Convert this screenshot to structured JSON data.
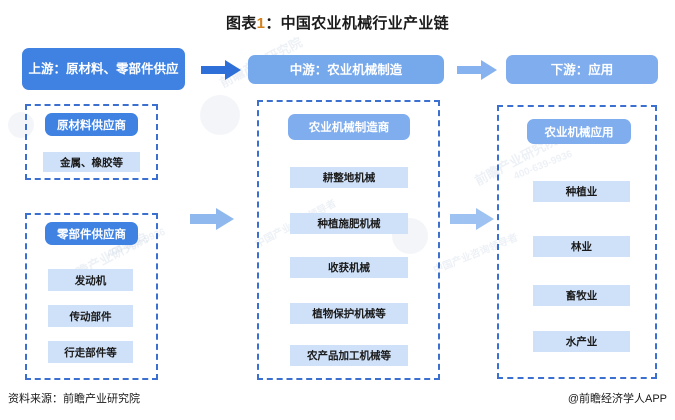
{
  "title": {
    "prefix": "图表",
    "number": "1",
    "separator": "：",
    "text": "中国农业机械行业产业链"
  },
  "header": {
    "upstream": "上游：原材料、零部件供应",
    "midstream": "中游：农业机械制造",
    "downstream": "下游：应用"
  },
  "upstream": {
    "raw_materials": {
      "heading": "原材料供应商",
      "items": [
        "金属、橡胶等"
      ]
    },
    "components": {
      "heading": "零部件供应商",
      "items": [
        "发动机",
        "传动部件",
        "行走部件等"
      ]
    }
  },
  "midstream": {
    "heading": "农业机械制造商",
    "items": [
      "耕整地机械",
      "种植施肥机械",
      "收获机械",
      "植物保护机械等",
      "农产品加工机械等"
    ]
  },
  "downstream": {
    "heading": "农业机械应用",
    "items": [
      "种植业",
      "林业",
      "畜牧业",
      "水产业"
    ]
  },
  "arrows": {
    "top_left": "right-arrow-icon",
    "top_right": "right-arrow-icon",
    "mid_left": "right-arrow-icon",
    "mid_right": "right-arrow-icon"
  },
  "footer": {
    "source": "资料来源：前瞻产业研究院",
    "brand": "@前瞻经济学人APP"
  },
  "watermark": {
    "text_a": "前瞻产业研究院",
    "text_b": "中国产业咨询领导者",
    "phone": "400-639-9936"
  },
  "colors": {
    "accent_dark_blue": "#3f82e2",
    "accent_light_blue": "#7fadee",
    "item_fill": "#cfe1f9",
    "dashed_border": "#3b6fd0",
    "title_number": "#d4811e",
    "background": "#ffffff"
  }
}
